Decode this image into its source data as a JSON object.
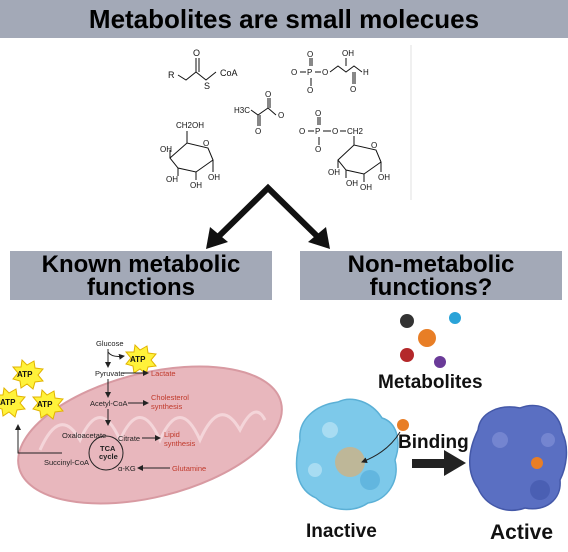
{
  "header": {
    "title": "Metabolites are small molecues"
  },
  "left_panel": {
    "title_line1": "Known metabolic",
    "title_line2": "functions"
  },
  "right_panel": {
    "title_line1": "Non-metabolic",
    "title_line2": "functions?"
  },
  "structures": {
    "acyl_coa": {
      "r": "R",
      "o": "O",
      "s": "S",
      "coa": "CoA"
    },
    "glyceraldehyde_p": {
      "o_minus": "O",
      "p": "P",
      "o": "O",
      "oh": "OH"
    },
    "pyruvate": {
      "h3c": "H3C",
      "o": "O",
      "o_minus": "O"
    },
    "glucose": {
      "ch2oh": "CH2OH",
      "o": "O",
      "oh": "OH"
    },
    "glucose_6p": {
      "o_minus": "O",
      "p": "P",
      "o": "O",
      "ch2": "CH2",
      "oh": "OH"
    }
  },
  "metabolism": {
    "glucose": "Glucose",
    "pyruvate": "Pyruvate",
    "lactate": "Lactate",
    "acetyl_coa": "Acetyl-CoA",
    "cholesterol_line1": "Cholesterol",
    "cholesterol_line2": "synthesis",
    "oxaloacetate": "Oxaloacetate",
    "citrate": "Citrate",
    "lipid_line1": "Lipid",
    "lipid_line2": "synthesis",
    "tca_line1": "TCA",
    "tca_line2": "cycle",
    "succinyl_coa": "Succinyl-CoA",
    "akg": "α-KG",
    "glutamine": "Glutamine",
    "atp": "ATP"
  },
  "binding": {
    "metabolites_label": "Metabolites",
    "binding_label": "Binding",
    "inactive_label": "Inactive",
    "active_label": "Active"
  },
  "colors": {
    "banner": "#a3a9b7",
    "mito": "#e8b7bd",
    "atp_star": "#fff23a",
    "red_text": "#c0392b",
    "protein_inactive": "#7dc9ea",
    "protein_active": "#5a6fc2",
    "metabolite_colors": [
      "#333333",
      "#2aa3d8",
      "#e87e26",
      "#b4282a",
      "#6a3a98"
    ]
  }
}
